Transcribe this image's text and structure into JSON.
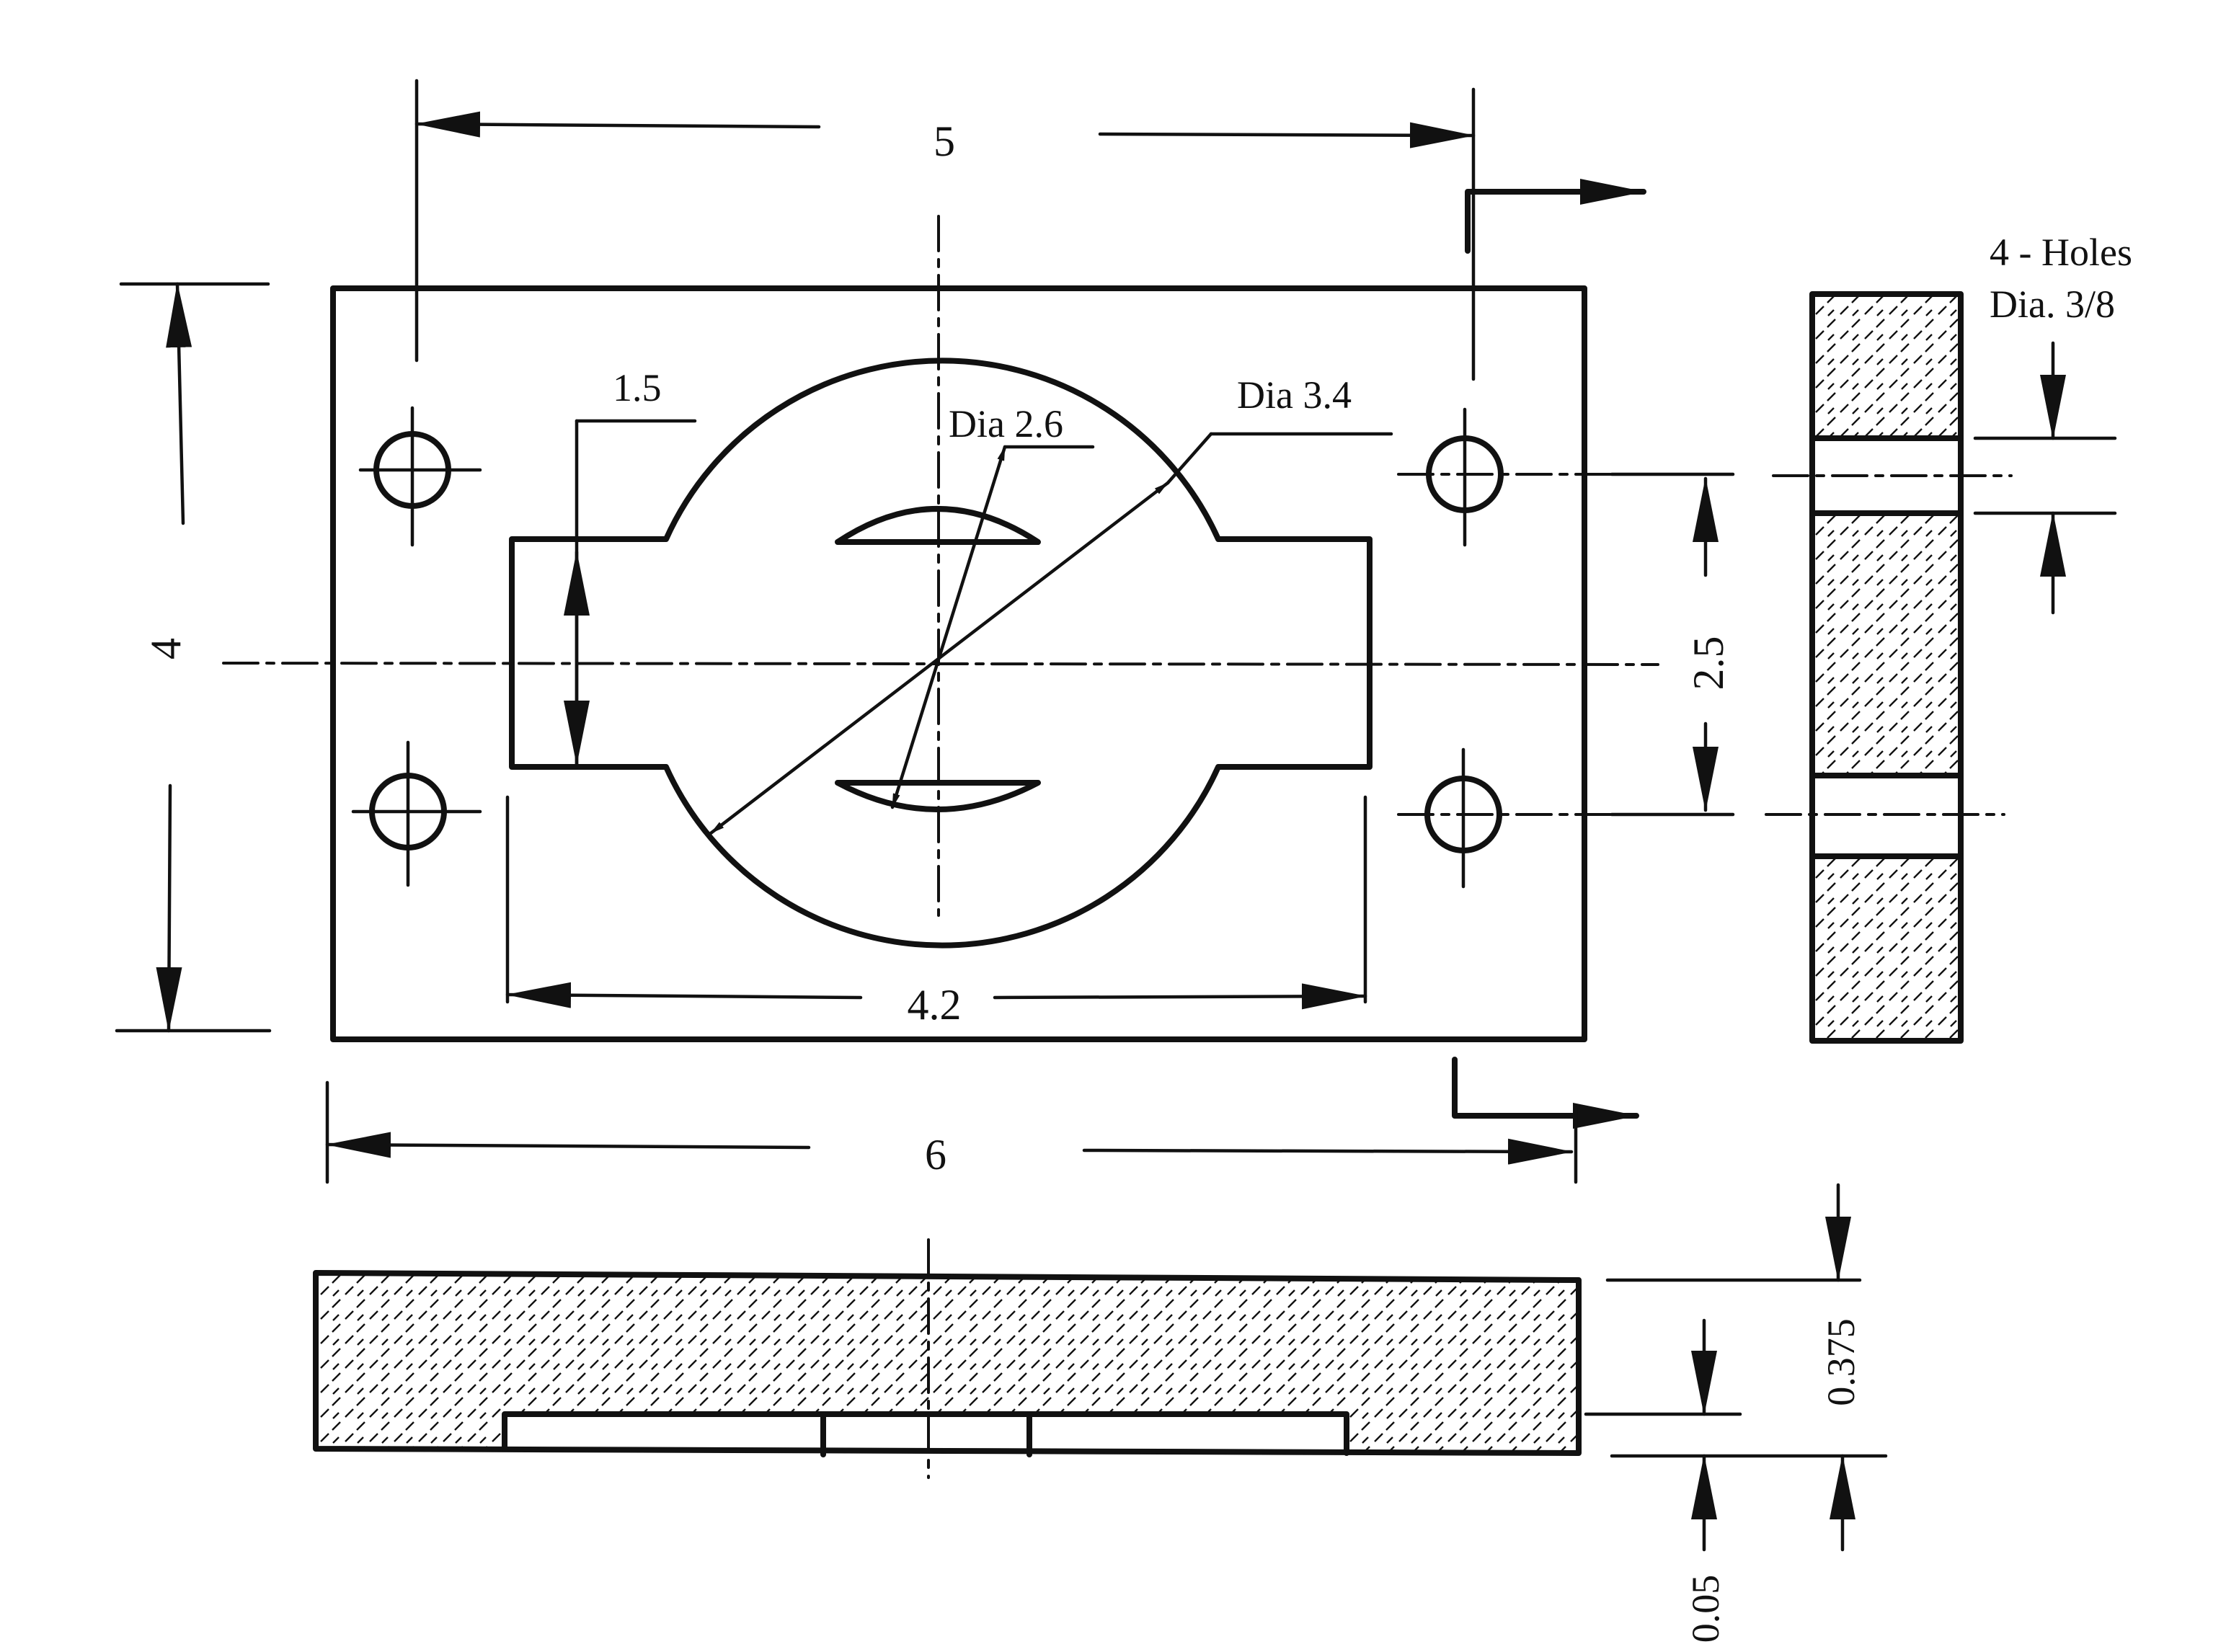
{
  "colors": {
    "ink": "#111111",
    "paper": "#ffffff"
  },
  "dimensions": {
    "top_width": "5",
    "overall_width": "6",
    "overall_height": "4",
    "slot_width": "4.2",
    "slot_height": "1.5",
    "hole_spacing": "2.5",
    "thickness": "0.375",
    "recess_depth": "0.05"
  },
  "callouts": {
    "inner_diameter": "Dia 2.6",
    "outer_diameter": "Dia 3.4",
    "holes_line1": "4 - Holes",
    "holes_line2": "Dia. 3/8"
  }
}
